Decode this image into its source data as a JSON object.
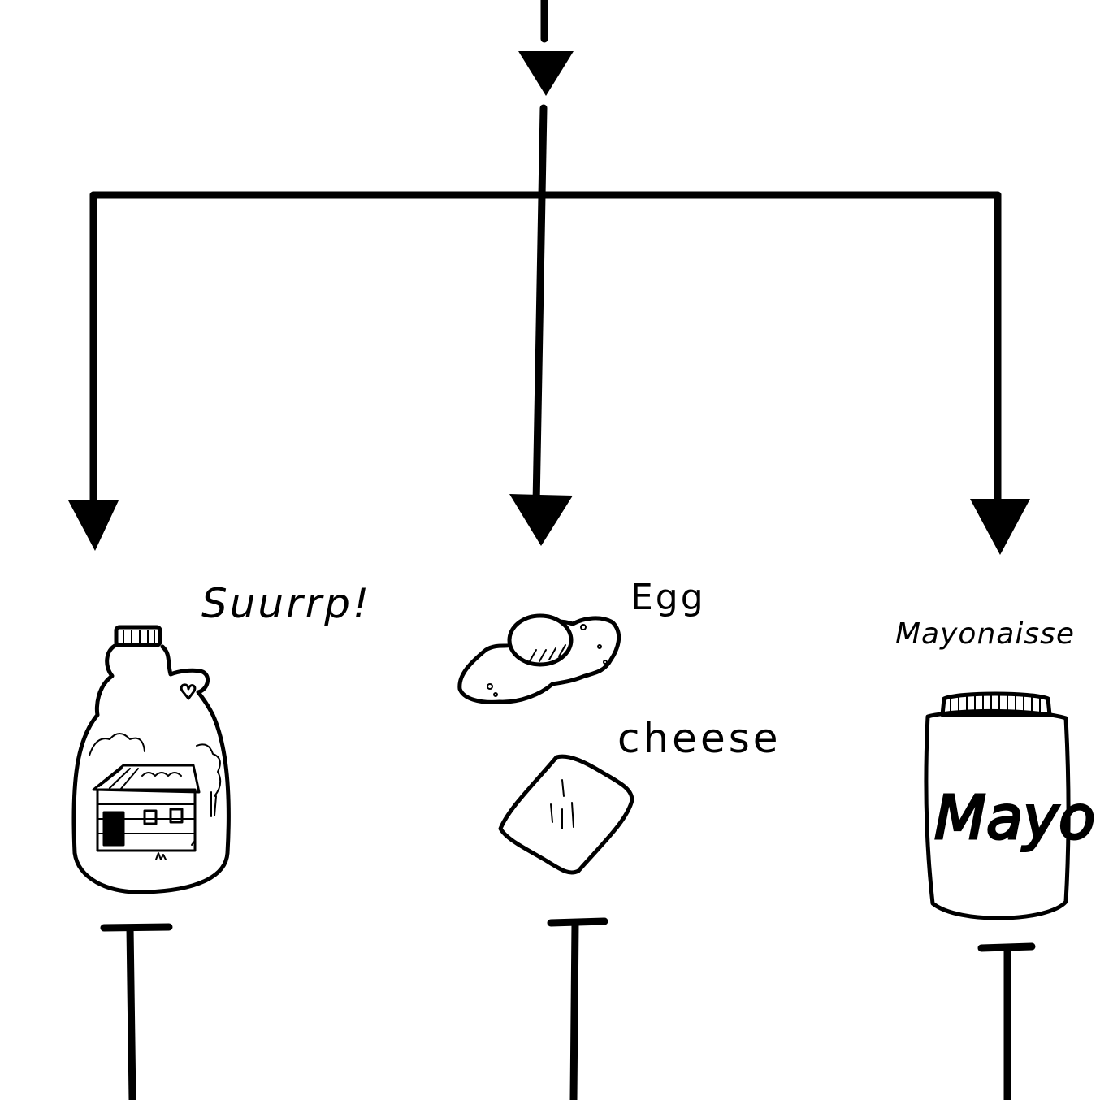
{
  "colors": {
    "ink": "#000000",
    "background": "#ffffff"
  },
  "labels": {
    "syrup": "Suurrp!",
    "egg": "Egg",
    "cheese": "cheese",
    "mayonnaise": "Mayonaisse",
    "mayo_jar": "Mayo"
  },
  "items": [
    {
      "id": "syrup",
      "icon": "syrup-jug-icon"
    },
    {
      "id": "egg",
      "icon": "fried-egg-icon"
    },
    {
      "id": "cheese",
      "icon": "cheese-block-icon"
    },
    {
      "id": "mayonnaise",
      "icon": "mayo-jar-icon"
    }
  ]
}
